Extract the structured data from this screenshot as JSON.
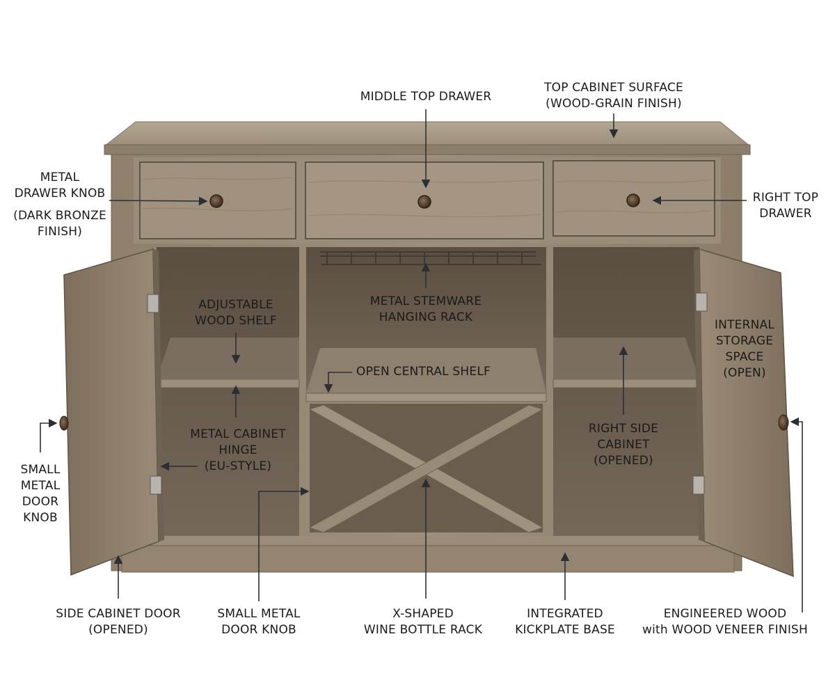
{
  "colors": {
    "wood_light": "#a89a86",
    "wood_mid": "#8e7f6b",
    "wood_dark": "#5f5344",
    "wood_shadow": "#4a4035",
    "hardware_bronze": "#4b3a2a",
    "leader_line": "#2b2f33",
    "label_text": "#1a1a1a"
  },
  "labels": {
    "middle_top_drawer": [
      "MIDDLE TOP DRAWER"
    ],
    "top_cabinet_surface": [
      "TOP CABINET SURFACE",
      "(WOOD-GRAIN FINISH)"
    ],
    "metal_drawer_knob": [
      "METAL",
      "DRAWER KNOB"
    ],
    "drawer_knob_finish": [
      "(DARK BRONZE",
      "FINISH)"
    ],
    "right_top_drawer": [
      "RIGHT TOP",
      "DRAWER"
    ],
    "adjustable_wood_shelf": [
      "ADJUSTABLE",
      "WOOD SHELF"
    ],
    "metal_stemware_rack": [
      "METAL STEMWARE",
      "HANGING RACK"
    ],
    "internal_storage_space": [
      "INTERNAL",
      "STORAGE",
      "SPACE",
      "(OPEN)"
    ],
    "open_central_shelf": [
      "OPEN CENTRAL SHELF"
    ],
    "metal_cabinet_hinge": [
      "METAL CABINET",
      "HINGE",
      "(EU-STYLE)"
    ],
    "right_side_cabinet": [
      "RIGHT SIDE",
      "CABINET",
      "(OPENED)"
    ],
    "small_metal_door_knob_left": [
      "SMALL",
      "METAL",
      "DOOR",
      "KNOB"
    ],
    "side_cabinet_door": [
      "SIDE CABINET DOOR",
      "(OPENED)"
    ],
    "small_metal_door_knob_bottom": [
      "SMALL METAL",
      "DOOR KNOB"
    ],
    "x_shaped_wine_rack": [
      "X-SHAPED",
      "WINE BOTTLE RACK"
    ],
    "integrated_kickplate_base": [
      "INTEGRATED",
      "KICKPLATE BASE"
    ],
    "engineered_wood": [
      "ENGINEERED WOOD",
      "with WOOD VENEER FINISH"
    ]
  }
}
